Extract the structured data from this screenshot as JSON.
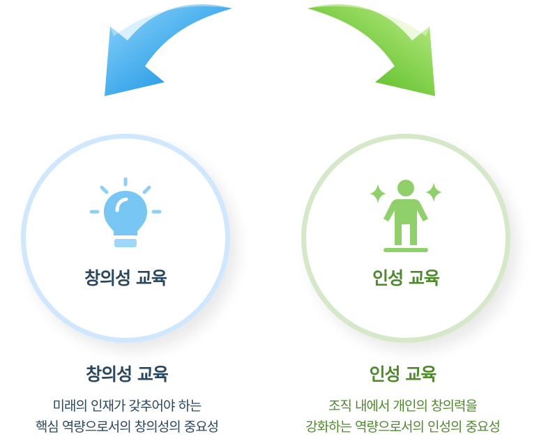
{
  "left": {
    "circle_title": "창의성 교육",
    "heading": "창의성 교육",
    "desc_line1": "미래의 인재가 갖추어야 하는",
    "desc_line2": "핵심 역량으로서의 창의성의 중요성",
    "icon": "lightbulb-icon",
    "accent_color": "#5cb7f2"
  },
  "right": {
    "circle_title": "인성 교육",
    "heading": "인성 교육",
    "desc_line1": "조직 내에서 개인의 창의력을",
    "desc_line2": "강화하는 역량으로서의 인성의 중요성",
    "icon": "person-sparkle-icon",
    "accent_color": "#7cc65a"
  }
}
